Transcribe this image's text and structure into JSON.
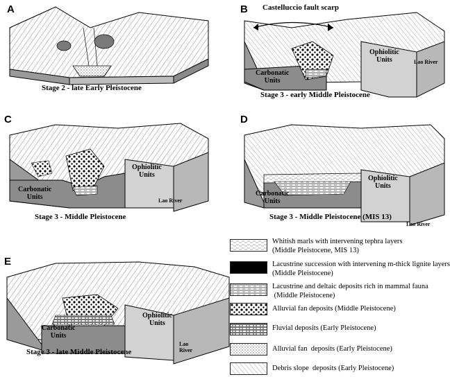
{
  "panels": [
    {
      "letter": "A",
      "caption": "Stage 2 - late Early Pleistocene"
    },
    {
      "letter": "B",
      "caption": "Stage 3 - early Middle Pleistocene",
      "fault_label": "Castelluccio fault scarp",
      "labels": {
        "carbonatic": "Carbonatic\nUnits",
        "ophiolitic": "Ophiolitic\nUnits",
        "river": "Lao River"
      }
    },
    {
      "letter": "C",
      "caption": "Stage 3 - Middle Pleistocene",
      "labels": {
        "carbonatic": "Carbonatic\nUnits",
        "ophiolitic": "Ophiolitic\nUnits",
        "river": "Lao River"
      }
    },
    {
      "letter": "D",
      "caption": "Stage 3 - Middle Pleistocene (MIS 13)",
      "labels": {
        "carbonatic": "Carbonatic\nUnits",
        "ophiolitic": "Ophiolitic\nUnits",
        "river": "Lao River"
      }
    },
    {
      "letter": "E",
      "caption": "Stage 3 - late Middle  Pleistocene",
      "labels": {
        "carbonatic": "Carbonatic\nUnits",
        "ophiolitic": "Ophiolitic\nUnits",
        "river": "Lao\nRiver"
      }
    }
  ],
  "legend": [
    {
      "text": "Whitish marls with intervening tephra layers\n(Middle Pleistocene, MIS 13)",
      "pattern": "marls"
    },
    {
      "text": "Lacustrine succession with intervening m-thick lignite layers\n(Middle Pleistocene)",
      "pattern": "lignite"
    },
    {
      "text": "Lacustrine and deltaic deposits rich in mammal fauna\n (Middle Pleistocene)",
      "pattern": "lacustrine"
    },
    {
      "text": "Alluvial fan deposits (Middle Pleistocene)",
      "pattern": "fan-middle"
    },
    {
      "text": "Fluvial deposits (Early Pleistocene)",
      "pattern": "fluvial"
    },
    {
      "text": "Alluvial fan  deposits (Early Pleistocene)",
      "pattern": "fan-early"
    },
    {
      "text": "Debris slope  deposits (Early Pleistocene)",
      "pattern": "debris"
    }
  ]
}
